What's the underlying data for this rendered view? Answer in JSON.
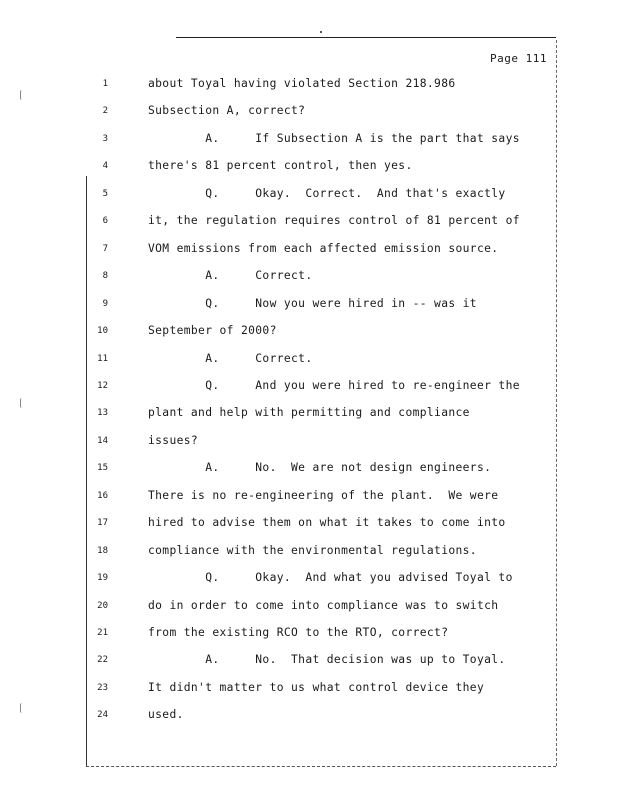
{
  "page": {
    "label": "Page 111"
  },
  "lines": [
    {
      "n": "1",
      "text": "about Toyal having violated Section 218.986"
    },
    {
      "n": "2",
      "text": "Subsection A, correct?"
    },
    {
      "n": "3",
      "text": "        A.     If Subsection A is the part that says"
    },
    {
      "n": "4",
      "text": "there's 81 percent control, then yes."
    },
    {
      "n": "5",
      "text": "        Q.     Okay.  Correct.  And that's exactly"
    },
    {
      "n": "6",
      "text": "it, the regulation requires control of 81 percent of"
    },
    {
      "n": "7",
      "text": "VOM emissions from each affected emission source."
    },
    {
      "n": "8",
      "text": "        A.     Correct."
    },
    {
      "n": "9",
      "text": "        Q.     Now you were hired in -- was it"
    },
    {
      "n": "10",
      "text": "September of 2000?"
    },
    {
      "n": "11",
      "text": "        A.     Correct."
    },
    {
      "n": "12",
      "text": "        Q.     And you were hired to re-engineer the"
    },
    {
      "n": "13",
      "text": "plant and help with permitting and compliance"
    },
    {
      "n": "14",
      "text": "issues?"
    },
    {
      "n": "15",
      "text": "        A.     No.  We are not design engineers."
    },
    {
      "n": "16",
      "text": "There is no re-engineering of the plant.  We were"
    },
    {
      "n": "17",
      "text": "hired to advise them on what it takes to come into"
    },
    {
      "n": "18",
      "text": "compliance with the environmental regulations."
    },
    {
      "n": "19",
      "text": "        Q.     Okay.  And what you advised Toyal to"
    },
    {
      "n": "20",
      "text": "do in order to come into compliance was to switch"
    },
    {
      "n": "21",
      "text": "from the existing RCO to the RTO, correct?"
    },
    {
      "n": "22",
      "text": "        A.     No.  That decision was up to Toyal."
    },
    {
      "n": "23",
      "text": "It didn't matter to us what control device they"
    },
    {
      "n": "24",
      "text": "used."
    }
  ]
}
